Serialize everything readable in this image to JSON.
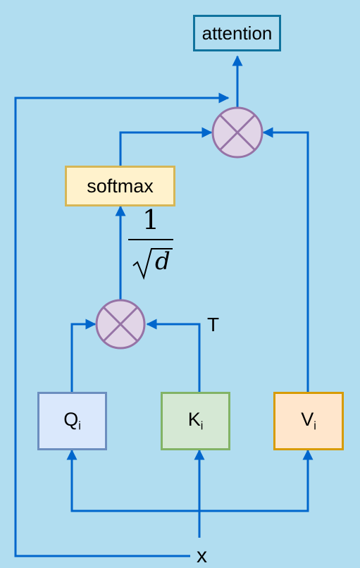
{
  "nodes": {
    "attention": {
      "label": "attention"
    },
    "softmax": {
      "label": "softmax"
    },
    "q": {
      "label": "Q",
      "sub": "i"
    },
    "k": {
      "label": "K",
      "sub": "i"
    },
    "v": {
      "label": "V",
      "sub": "i"
    }
  },
  "labels": {
    "transpose": "T",
    "scale_num": "1",
    "scale_den": "d",
    "input": "x"
  },
  "icons": {
    "multiply": "multiply-circle-icon"
  },
  "colors": {
    "background": "#b1ddf0",
    "edge": "#0066cc",
    "attention_fill": "#b1ddf0",
    "attention_border": "#10739e",
    "softmax_fill": "#fff2cc",
    "softmax_border": "#d6b656",
    "q_fill": "#dae8fc",
    "q_border": "#6c8ebf",
    "k_fill": "#d5e8d4",
    "k_border": "#82b366",
    "v_fill": "#ffe6cc",
    "v_border": "#d79b00",
    "op_fill": "#e1d5e7",
    "op_border": "#9673a6"
  }
}
